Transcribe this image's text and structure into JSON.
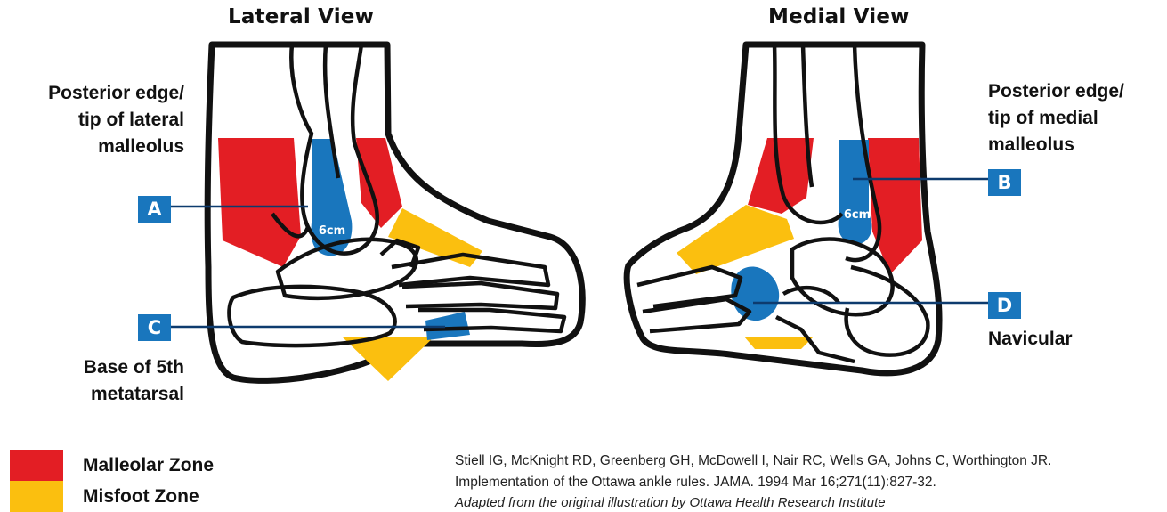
{
  "lateral_view": {
    "title": "Lateral View",
    "point_a": {
      "marker": "A",
      "label_lines": [
        "Posterior edge/",
        "tip of lateral",
        "malleolus"
      ]
    },
    "point_c": {
      "marker": "C",
      "label_lines": [
        "Base of 5th",
        "metatarsal"
      ]
    },
    "measure": "6cm"
  },
  "medial_view": {
    "title": "Medial View",
    "point_b": {
      "marker": "B",
      "label_lines": [
        "Posterior edge/",
        "tip of medial",
        "malleolus"
      ]
    },
    "point_d": {
      "marker": "D",
      "label_lines": [
        "Navicular"
      ]
    },
    "measure": "6cm"
  },
  "legend": [
    {
      "label": "Malleolar Zone",
      "color": "#e31e24"
    },
    {
      "label": "Misfoot Zone",
      "color": "#fbbf0f"
    }
  ],
  "colors": {
    "point_marker": "#1976bd",
    "zone_red": "#e31e24",
    "zone_yellow": "#fbbf0f",
    "outline": "#111111"
  },
  "citation": {
    "lines": [
      "Stiell IG, McKnight RD, Greenberg GH, McDowell I, Nair RC, Wells GA, Johns C, Worthington JR.",
      "Implementation of the Ottawa ankle rules. JAMA. 1994 Mar 16;271(11):827-32."
    ],
    "credit": "Adapted from the original illustration by Ottawa Health Research Institute"
  }
}
